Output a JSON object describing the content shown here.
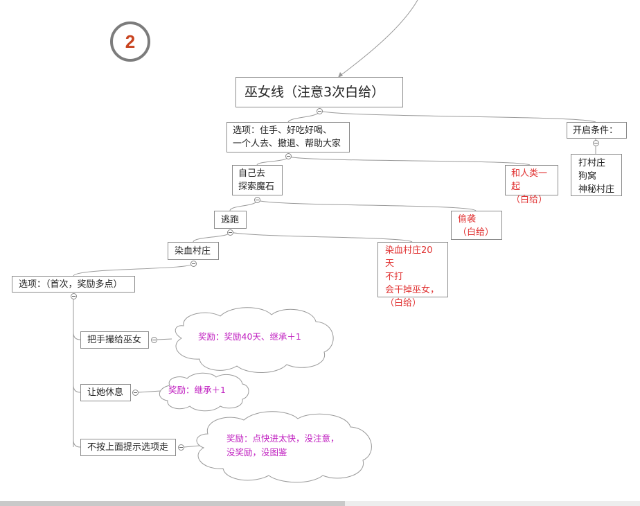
{
  "badge": "2",
  "root": "巫女线（注意3次白给）",
  "options_main": "选项：住手、好吃好喝、\n一个人去、撤退、帮助大家",
  "open_condition": {
    "label": "开启条件：",
    "items": "打村庄\n狗窝\n神秘村庄"
  },
  "go_alone": "自己去\n探索魔石",
  "together_human": "和人类一起\n（白给）",
  "flee": "逃跑",
  "sneak_attack": "偷袭\n（白给）",
  "blood_village": "染血村庄",
  "blood_village_20": "染血村庄20天\n不打\n会干掉巫女，\n（白给）",
  "options_reward": "选项：（首次，奖励多点）",
  "choices": [
    {
      "label": "把手撮给巫女",
      "reward": "奖励：奖励40天、继承＋1"
    },
    {
      "label": "让她休息",
      "reward": "奖励：继承＋1"
    },
    {
      "label": "不按上面提示选项走",
      "reward": "奖励：点快进太快，没注意，\n没奖励，没图鉴"
    }
  ],
  "colors": {
    "line": "#999999",
    "red_text": "#e03030",
    "reward_text": "#c020c0",
    "badge_text": "#c8431f"
  }
}
